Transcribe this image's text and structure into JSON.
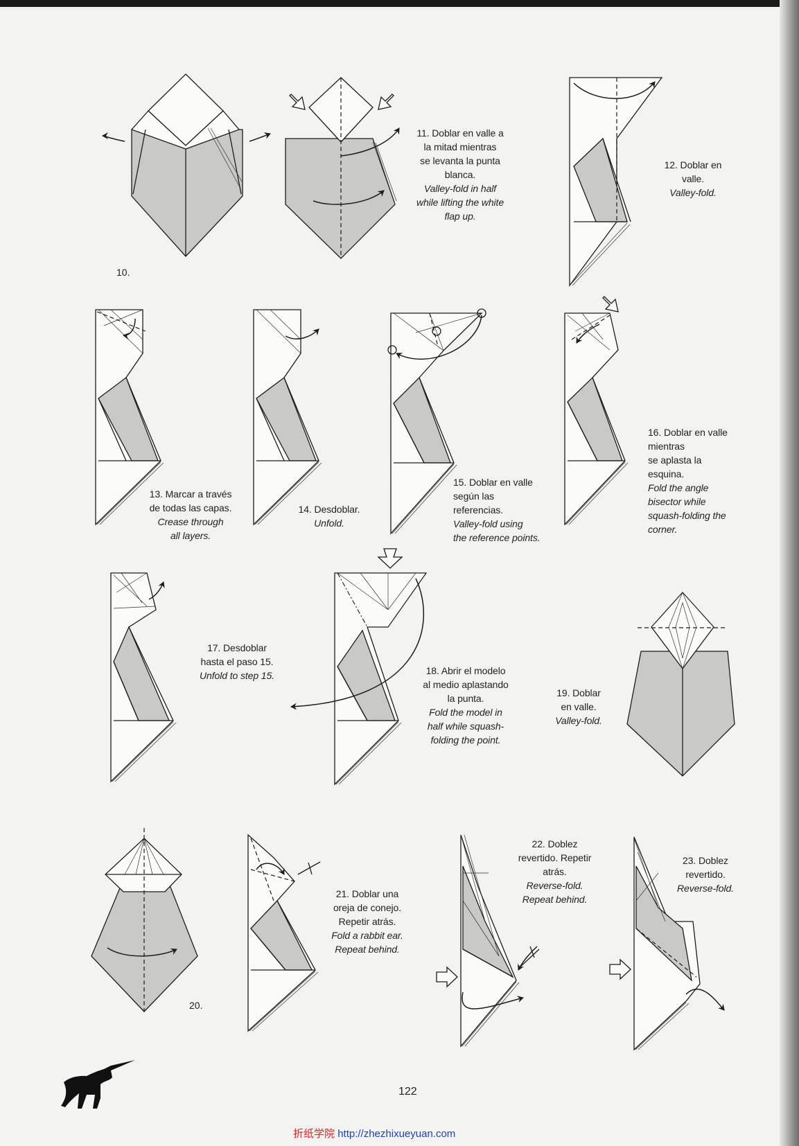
{
  "steps": {
    "s10": {
      "number": "10."
    },
    "s11": {
      "es": "11. Doblar en valle a\nla mitad mientras\nse levanta la punta\nblanca.",
      "en": "Valley-fold in half\nwhile lifting the white\nflap up."
    },
    "s12": {
      "es": "12. Doblar en\nvalle.",
      "en": "Valley-fold."
    },
    "s13": {
      "es": "13. Marcar a través\nde todas las capas.",
      "en": "Crease through\nall layers."
    },
    "s14": {
      "es": "14. Desdoblar.",
      "en": "Unfold."
    },
    "s15": {
      "es": "15. Doblar en valle\nsegún las\nreferencias.",
      "en": "Valley-fold using\nthe reference points."
    },
    "s16": {
      "es": "16. Doblar en valle\nmientras\nse aplasta la\nesquina.",
      "en": "Fold the angle\nbisector while\nsquash-folding the\ncorner."
    },
    "s17": {
      "es": "17. Desdoblar\nhasta el paso 15.",
      "en": "Unfold to step 15."
    },
    "s18": {
      "es": "18. Abrir el modelo\nal medio aplastando\nla punta.",
      "en": "Fold the model in\nhalf while squash-\nfolding the point."
    },
    "s19": {
      "es": "19. Doblar\nen valle.",
      "en": "Valley-fold."
    },
    "s20": {
      "number": "20."
    },
    "s21": {
      "es": "21. Doblar una\noreja de conejo.\nRepetir atrás.",
      "en": "Fold a rabbit ear.\nRepeat behind."
    },
    "s22": {
      "es": "22. Doblez\nrevertido. Repetir\natrás.",
      "en": "Reverse-fold.\nRepeat behind."
    },
    "s23": {
      "es": "23. Doblez\nrevertido.",
      "en": "Reverse-fold."
    }
  },
  "page_number": "122",
  "footer": {
    "chinese": "折纸学院",
    "url": "http://zhezhixueyuan.com"
  },
  "icons": {
    "logo": "unicorn-silhouette-icon"
  }
}
